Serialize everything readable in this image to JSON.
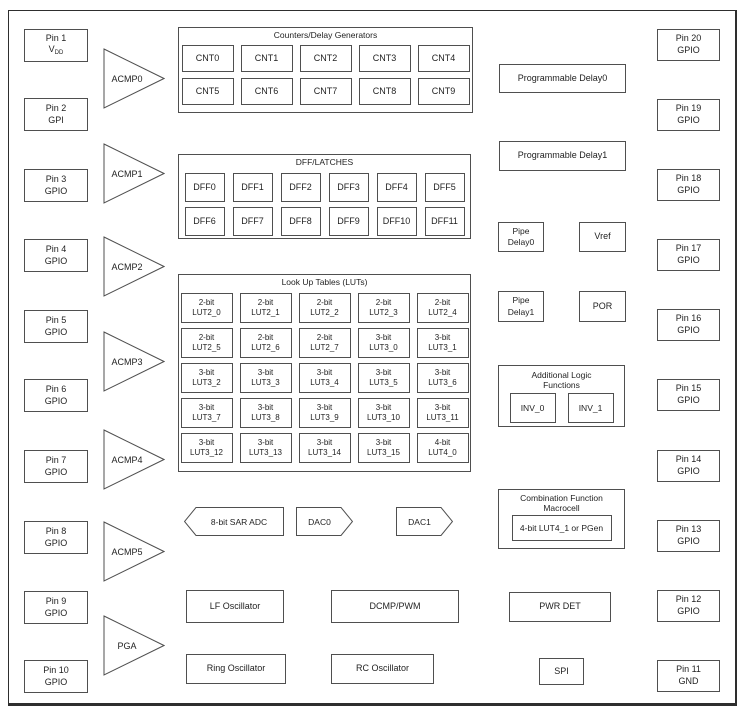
{
  "colors": {
    "background": "#ffffff",
    "box_border": "#4f4f4f",
    "frame_border": "#2e2e2e",
    "text": "#1f1f1f"
  },
  "pins_left": [
    {
      "label": "Pin 1",
      "function": "V",
      "function_sub": "DD"
    },
    {
      "label": "Pin 2",
      "function": "GPI"
    },
    {
      "label": "Pin 3",
      "function": "GPIO"
    },
    {
      "label": "Pin 4",
      "function": "GPIO"
    },
    {
      "label": "Pin 5",
      "function": "GPIO"
    },
    {
      "label": "Pin 6",
      "function": "GPIO"
    },
    {
      "label": "Pin 7",
      "function": "GPIO"
    },
    {
      "label": "Pin 8",
      "function": "GPIO"
    },
    {
      "label": "Pin 9",
      "function": "GPIO"
    },
    {
      "label": "Pin 10",
      "function": "GPIO"
    }
  ],
  "pins_right": [
    {
      "label": "Pin 20",
      "function": "GPIO"
    },
    {
      "label": "Pin 19",
      "function": "GPIO"
    },
    {
      "label": "Pin 18",
      "function": "GPIO"
    },
    {
      "label": "Pin 17",
      "function": "GPIO"
    },
    {
      "label": "Pin 16",
      "function": "GPIO"
    },
    {
      "label": "Pin 15",
      "function": "GPIO"
    },
    {
      "label": "Pin 14",
      "function": "GPIO"
    },
    {
      "label": "Pin 13",
      "function": "GPIO"
    },
    {
      "label": "Pin 12",
      "function": "GPIO"
    },
    {
      "label": "Pin 11",
      "function": "GND"
    }
  ],
  "amplifiers": [
    "ACMP0",
    "ACMP1",
    "ACMP2",
    "ACMP3",
    "ACMP4",
    "ACMP5",
    "PGA"
  ],
  "counters": {
    "title": "Counters/Delay Generators",
    "cells": [
      "CNT0",
      "CNT1",
      "CNT2",
      "CNT3",
      "CNT4",
      "CNT5",
      "CNT6",
      "CNT7",
      "CNT8",
      "CNT9"
    ]
  },
  "dffs": {
    "title": "DFF/LATCHES",
    "cells": [
      "DFF0",
      "DFF1",
      "DFF2",
      "DFF3",
      "DFF4",
      "DFF5",
      "DFF6",
      "DFF7",
      "DFF8",
      "DFF9",
      "DFF10",
      "DFF11"
    ]
  },
  "luts": {
    "title": "Look Up Tables (LUTs)",
    "cells": [
      {
        "size": "2-bit",
        "name": "LUT2_0"
      },
      {
        "size": "2-bit",
        "name": "LUT2_1"
      },
      {
        "size": "2-bit",
        "name": "LUT2_2"
      },
      {
        "size": "2-bit",
        "name": "LUT2_3"
      },
      {
        "size": "2-bit",
        "name": "LUT2_4"
      },
      {
        "size": "2-bit",
        "name": "LUT2_5"
      },
      {
        "size": "2-bit",
        "name": "LUT2_6"
      },
      {
        "size": "2-bit",
        "name": "LUT2_7"
      },
      {
        "size": "3-bit",
        "name": "LUT3_0"
      },
      {
        "size": "3-bit",
        "name": "LUT3_1"
      },
      {
        "size": "3-bit",
        "name": "LUT3_2"
      },
      {
        "size": "3-bit",
        "name": "LUT3_3"
      },
      {
        "size": "3-bit",
        "name": "LUT3_4"
      },
      {
        "size": "3-bit",
        "name": "LUT3_5"
      },
      {
        "size": "3-bit",
        "name": "LUT3_6"
      },
      {
        "size": "3-bit",
        "name": "LUT3_7"
      },
      {
        "size": "3-bit",
        "name": "LUT3_8"
      },
      {
        "size": "3-bit",
        "name": "LUT3_9"
      },
      {
        "size": "3-bit",
        "name": "LUT3_10"
      },
      {
        "size": "3-bit",
        "name": "LUT3_11"
      },
      {
        "size": "3-bit",
        "name": "LUT3_12"
      },
      {
        "size": "3-bit",
        "name": "LUT3_13"
      },
      {
        "size": "3-bit",
        "name": "LUT3_14"
      },
      {
        "size": "3-bit",
        "name": "LUT3_15"
      },
      {
        "size": "4-bit",
        "name": "LUT4_0"
      }
    ]
  },
  "converters": {
    "adc": "8-bit SAR ADC",
    "dac0": "DAC0",
    "dac1": "DAC1"
  },
  "oscillators": {
    "lf": "LF Oscillator",
    "dcmp": "DCMP/PWM",
    "ring": "Ring Oscillator",
    "rc": "RC Oscillator"
  },
  "right_column": {
    "prog_delay0": "Programmable Delay0",
    "prog_delay1": "Programmable Delay1",
    "pipe_delay0": "Pipe Delay0",
    "vref": "Vref",
    "pipe_delay1": "Pipe Delay1",
    "por": "POR",
    "additional_logic": {
      "title": "Additional Logic Functions",
      "cells": [
        "INV_0",
        "INV_1"
      ]
    },
    "macrocell": {
      "title": "Combination Function Macrocell",
      "cell": "4-bit LUT4_1 or PGen"
    },
    "pwr_det": "PWR DET",
    "spi": "SPI"
  }
}
